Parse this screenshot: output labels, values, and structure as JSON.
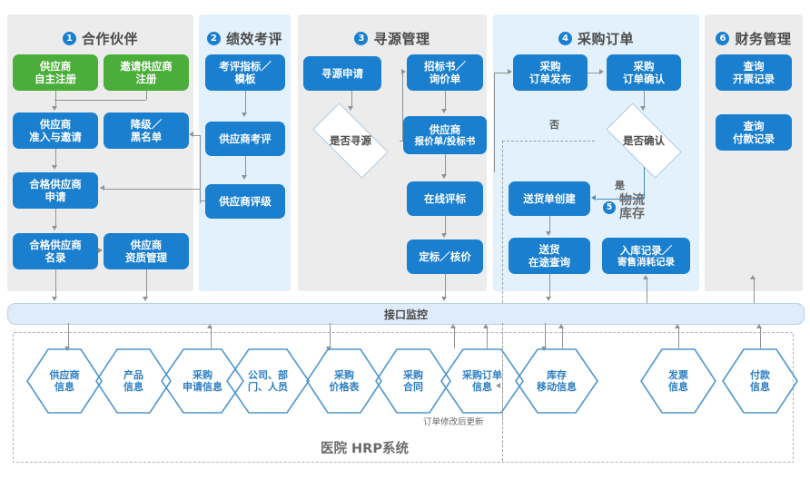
{
  "columns": [
    {
      "num": "❶",
      "title": "合作伙伴"
    },
    {
      "num": "❷",
      "title": "绩效考评"
    },
    {
      "num": "❸",
      "title": "寻源管理"
    },
    {
      "num": "❹",
      "title": "采购订单"
    },
    {
      "num": "❻",
      "title": "财务管理"
    }
  ],
  "col_numbers": {
    "c1": "1",
    "c2": "2",
    "c3": "3",
    "c4": "4",
    "c5": "5",
    "c6": "6"
  },
  "col_titles": {
    "c1": "合作伙伴",
    "c2": "绩效考评",
    "c3": "寻源管理",
    "c4": "采购订单",
    "c6": "财务管理"
  },
  "logistics": {
    "num": "5",
    "line1": "物流",
    "line2": "库存"
  },
  "boxes": {
    "b1": {
      "l1": "供应商",
      "l2": "自主注册"
    },
    "b2": {
      "l1": "邀请供应商",
      "l2": "注册"
    },
    "b3": {
      "l1": "供应商",
      "l2": "准入与邀请"
    },
    "b4": {
      "l1": "降级／",
      "l2": "黑名单"
    },
    "b5": {
      "l1": "合格供应商",
      "l2": "申请"
    },
    "b6": {
      "l1": "合格供应商",
      "l2": "名录"
    },
    "b7": {
      "l1": "供应商",
      "l2": "资质管理"
    },
    "b8": {
      "l1": "考评指标／",
      "l2": "模板"
    },
    "b9": {
      "l1": "供应商考评",
      "l2": ""
    },
    "b10": {
      "l1": "供应商评级",
      "l2": ""
    },
    "b11": {
      "l1": "寻源申请",
      "l2": ""
    },
    "b12": {
      "l1": "招标书／",
      "l2": "询价单"
    },
    "b13": {
      "l1": "供应商",
      "l2": "报价单/投标书"
    },
    "b14": {
      "l1": "在线评标",
      "l2": ""
    },
    "b15": {
      "l1": "定标／核价",
      "l2": ""
    },
    "b16": {
      "l1": "采购",
      "l2": "订单发布"
    },
    "b17": {
      "l1": "采购",
      "l2": "订单确认"
    },
    "b18": {
      "l1": "送货单创建",
      "l2": ""
    },
    "b19": {
      "l1": "送货",
      "l2": "在途查询"
    },
    "b20": {
      "l1": "入库记录／",
      "l2": "寄售消耗记录"
    },
    "b21": {
      "l1": "查询",
      "l2": "开票记录"
    },
    "b22": {
      "l1": "查询",
      "l2": "付款记录"
    }
  },
  "diamonds": {
    "d1": "是否寻源",
    "d2": "是否确认"
  },
  "edge_labels": {
    "no": "否",
    "yes": "是"
  },
  "interface_bar": {
    "label": "接口监控"
  },
  "hrp": {
    "title": "医院 HRP系统",
    "note": "订单修改后更新"
  },
  "hexagons": [
    {
      "l1": "供应商",
      "l2": "信息"
    },
    {
      "l1": "产品",
      "l2": "信息"
    },
    {
      "l1": "采购",
      "l2": "申请信息"
    },
    {
      "l1": "公司、部",
      "l2": "门、人员"
    },
    {
      "l1": "采购",
      "l2": "价格表"
    },
    {
      "l1": "采购",
      "l2": "合同"
    },
    {
      "l1": "采购订单",
      "l2": "信息"
    },
    {
      "l1": "库存",
      "l2": "移动信息"
    },
    {
      "l1": "发票",
      "l2": "信息"
    },
    {
      "l1": "付款",
      "l2": "信息"
    }
  ],
  "colors": {
    "blue_box": "#1b7fd0",
    "green_box": "#4cae3a",
    "panel_grey": "#ececec",
    "panel_blue": "#e2f1fb",
    "hex_stroke": "#4f97ce",
    "bar_fill": "#dfecf9"
  }
}
